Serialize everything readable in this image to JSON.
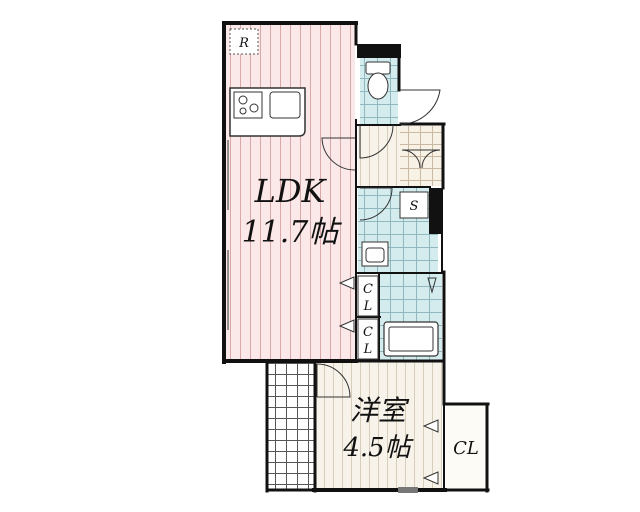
{
  "colors": {
    "wall": "#111111",
    "ldk_floor": "#fbe9e9",
    "ldk_stripe": "#d9a9a9",
    "room_floor": "#f8f3ea",
    "room_stripe": "#d8cdb9",
    "wet_floor": "#d5ecee",
    "wet_grid": "#8fb9bf",
    "balcony_grid": "#555555",
    "closet_floor": "#fdfbf6"
  },
  "rooms": {
    "ldk": {
      "name": "LDK",
      "size": "11.7帖"
    },
    "western": {
      "name": "洋室",
      "size": "4.5帖"
    }
  },
  "labels": {
    "refrigerator": "R",
    "shoe_storage": "S",
    "closet_upper": [
      "C",
      "L"
    ],
    "closet_lower": [
      "C",
      "L"
    ],
    "closet_main": "CL"
  },
  "icons": [
    "toilet-icon",
    "kitchen-stove-icon",
    "kitchen-sink-icon",
    "washbasin-icon",
    "bathtub-icon",
    "washing-machine-icon"
  ]
}
